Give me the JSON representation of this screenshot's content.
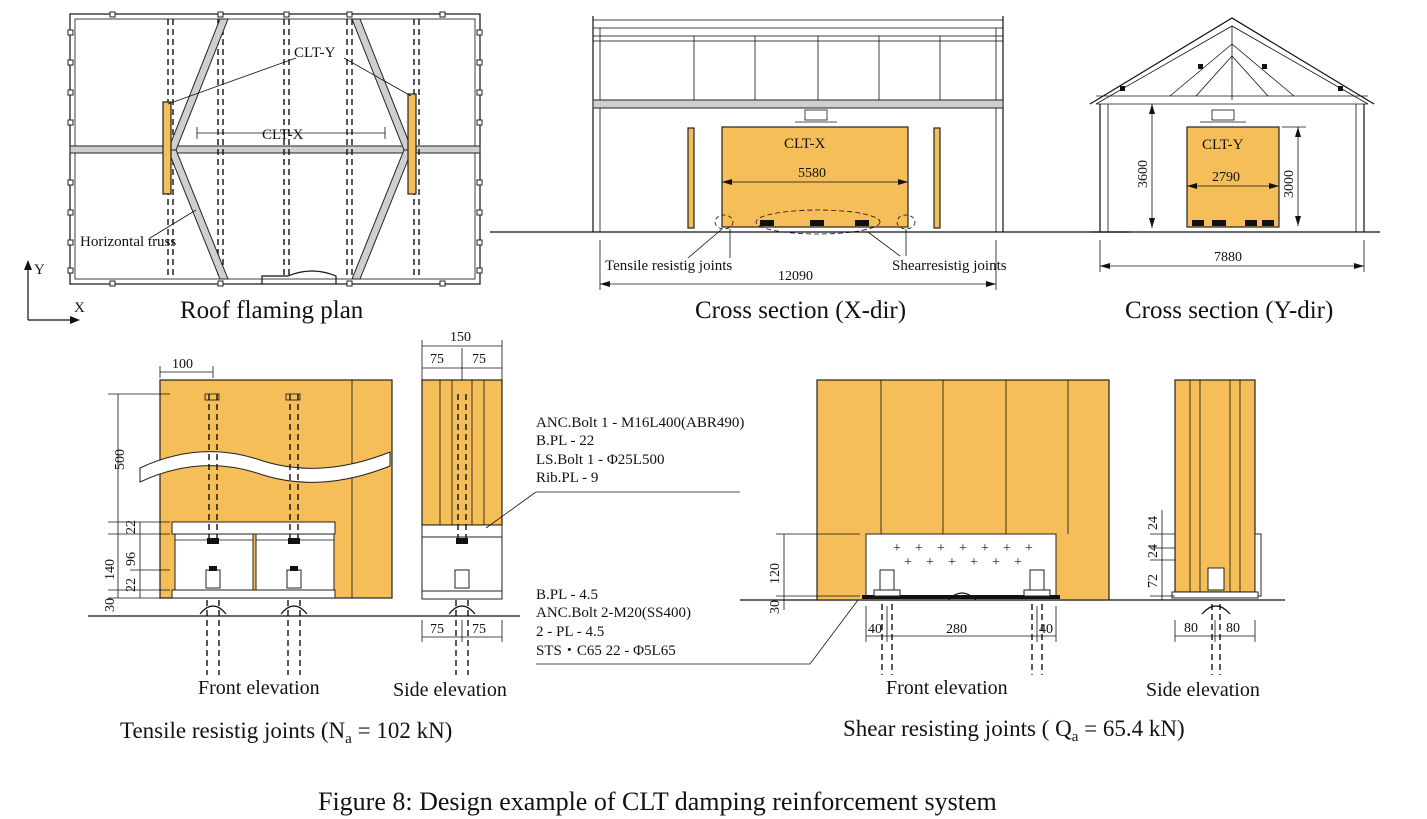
{
  "figure": {
    "caption": "Figure 8: Design example of CLT damping reinforcement system"
  },
  "panels": {
    "roof_plan": {
      "title": "Roof flaming plan",
      "label_clt_y": "CLT-Y",
      "label_clt_x": "CLT-X",
      "label_truss": "Horizontal truss",
      "axis_y": "Y",
      "axis_x": "X"
    },
    "section_x": {
      "title": "Cross section (X-dir)",
      "label_clt": "CLT-X",
      "dim_width": "5580",
      "dim_total": "12090",
      "label_tensile": "Tensile resistig joints",
      "label_shear": "Shearresistig joints"
    },
    "section_y": {
      "title": "Cross section (Y-dir)",
      "label_clt": "CLT-Y",
      "dim_height_outer": "3600",
      "dim_height_inner": "3000",
      "dim_width": "2790",
      "dim_total": "7880"
    },
    "tensile_joint": {
      "title": "Tensile resistig joints (N",
      "title_sub": "a",
      "title_tail": " = 102 kN)",
      "front_label": "Front elevation",
      "side_label": "Side elevation",
      "dims": {
        "d100": "100",
        "d500": "500",
        "d22a": "22",
        "d140": "140",
        "d96": "96",
        "d22b": "22",
        "d30": "30",
        "d150": "150",
        "d75a": "75",
        "d75b": "75",
        "d75c": "75",
        "d75d": "75"
      },
      "spec_top": [
        "ANC.Bolt 1 - M16L400(ABR490)",
        "B.PL - 22",
        "LS.Bolt 1 - Φ25L500",
        "Rib.PL - 9"
      ],
      "spec_bottom": [
        "B.PL - 4.5",
        "ANC.Bolt 2-M20(SS400)",
        "2 - PL - 4.5",
        "STS・C65 22 - Φ5L65"
      ]
    },
    "shear_joint": {
      "title": "Shear resisting joints ( Q",
      "title_sub": "a",
      "title_tail": " = 65.4 kN)",
      "front_label": "Front elevation",
      "side_label": "Side elevation",
      "dims": {
        "d120": "120",
        "d30": "30",
        "d40a": "40",
        "d280": "280",
        "d40b": "40",
        "d24a": "24",
        "d24b": "24",
        "d72": "72",
        "d80a": "80",
        "d80b": "80"
      }
    }
  },
  "colors": {
    "clt": "#F5BE58",
    "member": "#cfcfcf"
  }
}
